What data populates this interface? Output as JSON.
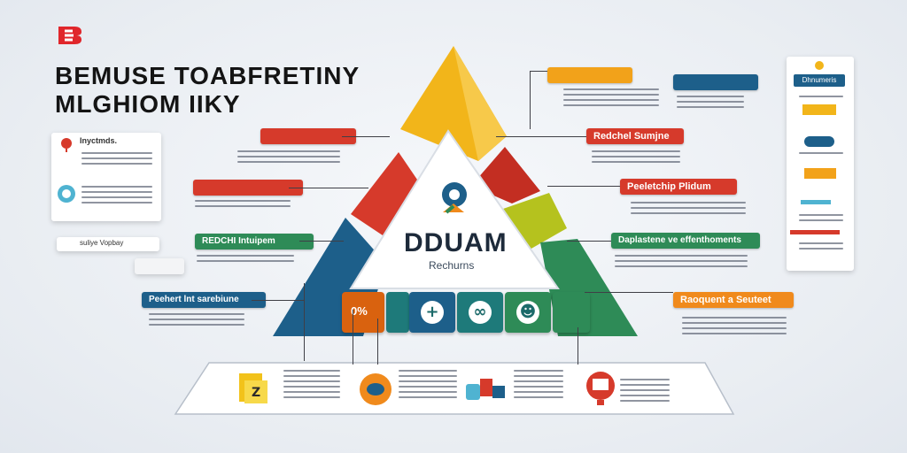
{
  "header": {
    "line1": "BEMUSE TOABFRETINY",
    "line2": "MLGHIOM IIKY"
  },
  "hub": {
    "title": "DDUAM",
    "subtitle": "Rechurns"
  },
  "left_card": {
    "title": "Inyctmds.",
    "caption": "suliye Vopbay"
  },
  "labels": {
    "left": [
      {
        "text": "",
        "color": "#d63a2b"
      },
      {
        "text": "",
        "color": "#d63a2b"
      },
      {
        "text": "REDCHI Intuipem",
        "color": "#2e8b57"
      },
      {
        "text": "Peehert lnt sarebiune",
        "color": "#1d5f8a"
      }
    ],
    "right": [
      {
        "text": "",
        "color": "#f2a21a"
      },
      {
        "text": "Redchel Sumjne",
        "color": "#d63a2b"
      },
      {
        "text": "Peeletchip Plidum",
        "color": "#d63a2b"
      },
      {
        "text": "Daplastene ve effenthoments",
        "color": "#2e8b57"
      },
      {
        "text": "Raoquent a Seuteet",
        "color": "#f08a1c"
      }
    ],
    "top_right": {
      "text": "",
      "color": "#1d5f8a"
    }
  },
  "side_panel": {
    "header": "Dhnumeris"
  },
  "tiles": {
    "first": "0%"
  },
  "colors": {
    "yellow": "#f2b51a",
    "red": "#d63a2b",
    "blue": "#1d5f8a",
    "teal": "#1e7a7a",
    "green": "#2e8b57",
    "lime": "#b5c21e",
    "orange": "#f08a1c"
  }
}
